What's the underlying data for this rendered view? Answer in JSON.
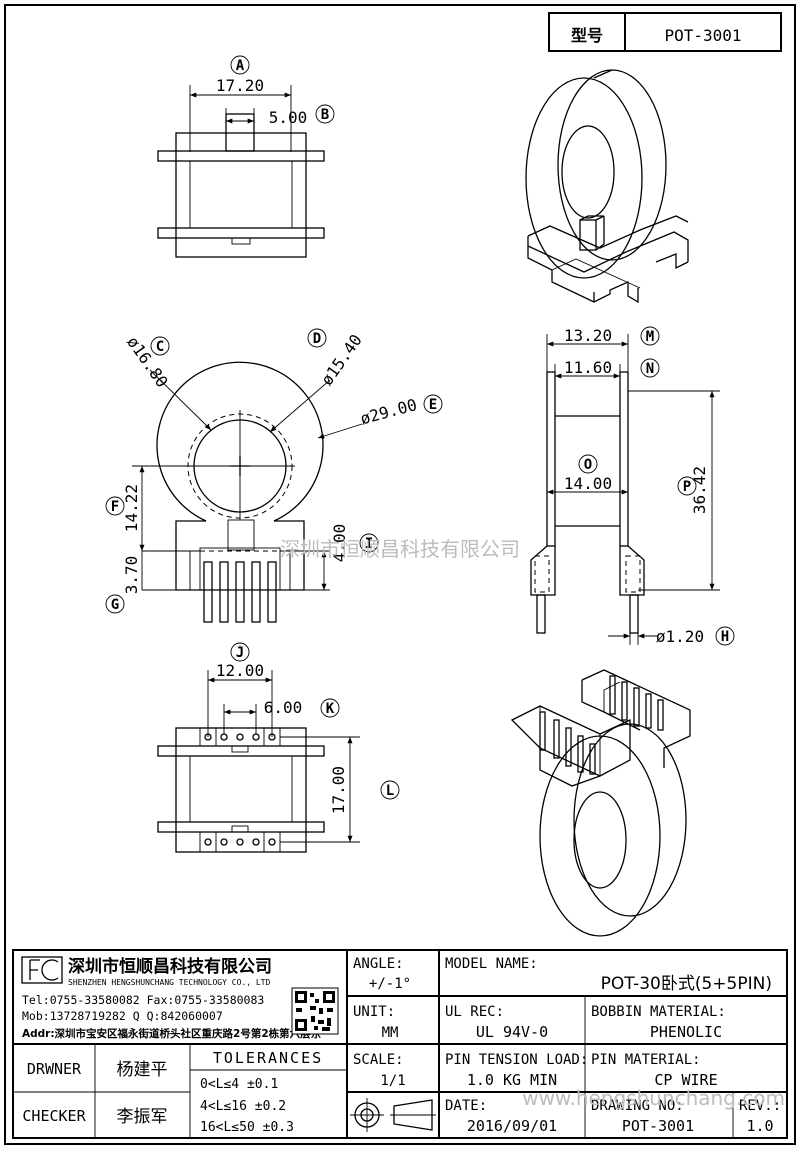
{
  "header": {
    "type_label": "型号",
    "type_value": "POT-3001"
  },
  "dimensions": {
    "A": {
      "marker": "A",
      "value": "17.20"
    },
    "B": {
      "marker": "B",
      "value": "5.00"
    },
    "C": {
      "marker": "C",
      "value": "ø16.80"
    },
    "D": {
      "marker": "D",
      "value": "ø15.40"
    },
    "E": {
      "marker": "E",
      "value": "ø29.00"
    },
    "F": {
      "marker": "F",
      "value": "14.22"
    },
    "G": {
      "marker": "G",
      "value": "3.70"
    },
    "I": {
      "marker": "I",
      "value": "4.00"
    },
    "M": {
      "marker": "M",
      "value": "13.20"
    },
    "N": {
      "marker": "N",
      "value": "11.60"
    },
    "O": {
      "marker": "O",
      "value": "14.00"
    },
    "P": {
      "marker": "P",
      "value": "36.42"
    },
    "H": {
      "marker": "H",
      "value": "ø1.20"
    },
    "J": {
      "marker": "J",
      "value": "12.00"
    },
    "K": {
      "marker": "K",
      "value": "6.00"
    },
    "L": {
      "marker": "L",
      "value": "17.00"
    }
  },
  "watermark": {
    "center": "深圳市恒顺昌科技有限公司",
    "corner": "www.hengshunchang.com"
  },
  "title_block": {
    "company_cn": "深圳市恒顺昌科技有限公司",
    "company_en": "SHENZHEN HENGSHUNCHANG TECHNOLOGY CO., LTD",
    "tel": "Tel:0755-33580082 Fax:0755-33580083",
    "mob": "Mob:13728719282    Q  Q:842060007",
    "addr": "Addr:深圳市宝安区福永街道桥头社区重庆路2号第2栋第六层东",
    "angle_label": "ANGLE:",
    "angle_value": "+/-1°",
    "unit_label": "UNIT:",
    "unit_value": "MM",
    "scale_label": "SCALE:",
    "scale_value": "1/1",
    "model_label": "MODEL NAME:",
    "model_value": "POT-30卧式(5+5PIN)",
    "ul_label": "UL REC:",
    "ul_value": "UL 94V-0",
    "bobbin_label": "BOBBIN MATERIAL:",
    "bobbin_value": "PHENOLIC",
    "tension_label": "PIN TENSION LOAD:",
    "tension_value": "1.0 KG MIN",
    "pin_label": "PIN MATERIAL:",
    "pin_value": "CP WIRE",
    "date_label": "DATE:",
    "date_value": "2016/09/01",
    "drawing_label": "DRAWING NO:",
    "drawing_value": "POT-3001",
    "rev_label": "REV.:",
    "rev_value": "1.0",
    "drawer_label": "DRWNER",
    "drawer_name": "杨建平",
    "checker_label": "CHECKER",
    "checker_name": "李振军",
    "tolerances_label": "TOLERANCES",
    "tol_1": "0<L≤4     ±0.1",
    "tol_2": "4<L≤16    ±0.2",
    "tol_3": "16<L≤50   ±0.3"
  }
}
